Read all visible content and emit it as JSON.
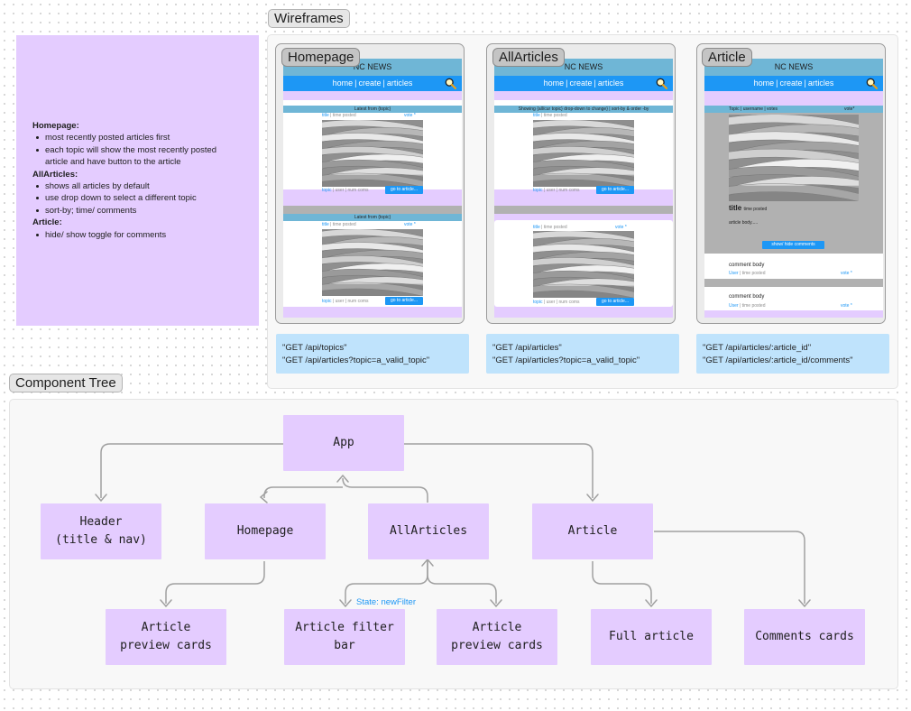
{
  "sections": {
    "wireframes": "Wireframes",
    "component_tree": "Component Tree"
  },
  "notes": {
    "homepage_heading": "Homepage:",
    "homepage_items": [
      "most recently posted articles first",
      "each topic will show the most recently posted",
      "article and have button to the article"
    ],
    "allarticles_heading": "AllArticles:",
    "allarticles_items": [
      "shows all articles by default",
      "use drop down to select a different topic",
      "sort-by; time/ comments"
    ],
    "article_heading": "Article:",
    "article_items": [
      "hide/ show toggle for comments"
    ]
  },
  "wireframe_common": {
    "app_title": "NC NEWS",
    "nav": [
      "home",
      "create",
      "articles"
    ],
    "nav_sep": "|",
    "search_icon": "magnifier-icon"
  },
  "homepage": {
    "frame_title": "Homepage",
    "strip": "Latest from {topic}",
    "card": {
      "title": "title",
      "time": "time posted",
      "vote": "vote *",
      "topic": "topic",
      "user": "user",
      "comments": "num coms",
      "button": "go to article..."
    },
    "api": [
      "\"GET /api/topics\"",
      "\"GET /api/articles?topic=a_valid_topic\""
    ]
  },
  "allarticles": {
    "frame_title": "AllArticles",
    "strip": "Showing {all/cur topic} drop-down to change}  |  sort-by & order -by",
    "card": {
      "title": "title",
      "time": "time posted",
      "vote": "vote *",
      "topic": "topic",
      "user": "user",
      "comments": "num coms",
      "button": "go to article..."
    },
    "api": [
      "\"GET /api/articles\"",
      "\"GET /api/articles?topic=a_valid_topic\""
    ]
  },
  "article": {
    "frame_title": "Article",
    "strip": "Topic  |  username  |  votes",
    "strip_vote": "vote*",
    "title": "title",
    "time": "time posted",
    "body": "article body.....",
    "toggle_button": "show/ hide comments",
    "comment": {
      "body": "comment body",
      "user": "User",
      "time": "time posted",
      "vote": "vote *"
    },
    "api": [
      "\"GET /api/articles/:article_id\"",
      "\"GET /api/articles/:article_id/comments\""
    ]
  },
  "tree": {
    "app": "App",
    "header_line1": "Header",
    "header_line2": "(title & nav)",
    "homepage": "Homepage",
    "allarticles": "AllArticles",
    "article": "Article",
    "preview1_line1": "Article",
    "preview1_line2": "preview cards",
    "filter_line1": "Article filter",
    "filter_line2": "bar",
    "preview2_line1": "Article",
    "preview2_line2": "preview cards",
    "full_article": "Full article",
    "comments_cards": "Comments cards",
    "state_label": "State: newFilter"
  },
  "colors": {
    "sticky_purple": "#e4ccff",
    "header_blue": "#6fb6d6",
    "nav_blue": "#1d97f5",
    "api_blue": "#bfe3fc",
    "connector_gray": "#a0a0a0"
  }
}
